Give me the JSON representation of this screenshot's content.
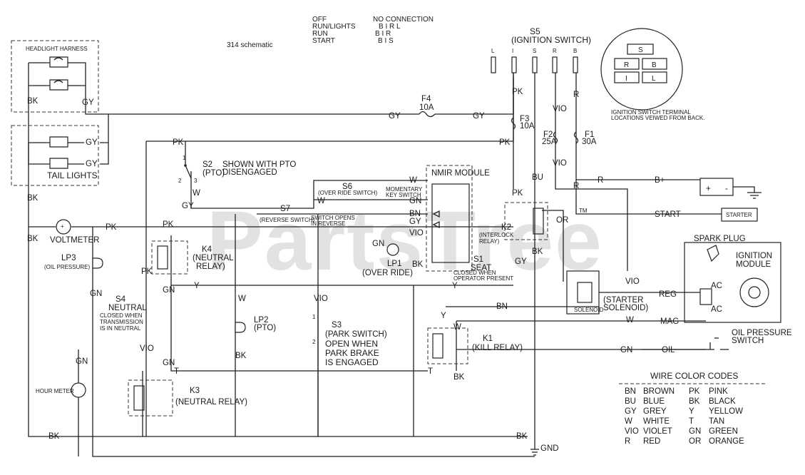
{
  "title": "314 schematic",
  "watermark": "PartsTree",
  "trademark": "TM",
  "switch_positions": {
    "rows": [
      {
        "position": "OFF",
        "connection": "NO CONNECTION"
      },
      {
        "position": "RUN/LIGHTS",
        "connection": "B I R L"
      },
      {
        "position": "RUN",
        "connection": "B I R"
      },
      {
        "position": "START",
        "connection": "B I S"
      }
    ]
  },
  "ignition_switch": {
    "id": "S5",
    "name": "(IGNITION SWITCH)",
    "terminals": [
      "L",
      "I",
      "S",
      "R",
      "B"
    ],
    "face_terminals": [
      "S",
      "R",
      "B",
      "I",
      "L"
    ],
    "note_1": "IGNITION SWITCH TERMINAL",
    "note_2": "LOCATIONS VEIWED FROM BACK."
  },
  "fuses": [
    {
      "id": "F4",
      "rating": "10A"
    },
    {
      "id": "F3",
      "rating": "10A"
    },
    {
      "id": "F2",
      "rating": "25A"
    },
    {
      "id": "F1",
      "rating": "30A"
    }
  ],
  "headlight_harness": "HEADLIGHT HARNESS",
  "tail_lights": "TAIL LIGHTS",
  "voltmeter": "VOLTMETER",
  "lp3": {
    "id": "LP3",
    "name": "(OIL PRESSURE)"
  },
  "lp2": {
    "id": "LP2",
    "name": "(PTO)"
  },
  "lp1": {
    "id": "LP1",
    "name": "(OVER RIDE)"
  },
  "s2": {
    "id": "S2",
    "name": "(PTO)",
    "note_1": "SHOWN WITH PTO",
    "note_2": "DISENGAGED"
  },
  "s6": {
    "id": "S6",
    "name": "(OVER RIDE SWITCH)",
    "note_1": "MOMENTARY",
    "note_2": "KEY SWITCH"
  },
  "s7": {
    "id": "S7",
    "name": "(REVERSE SWITCH)",
    "note_1": "SWITCH OPENS",
    "note_2": "IN REVERSE"
  },
  "nmir": "NMIR MODULE",
  "k4": {
    "id": "K4",
    "name": "(NEUTRAL",
    "name2": "RELAY)"
  },
  "k2": {
    "id": "K2",
    "name": "(INTERLOCK",
    "name2": "RELAY)"
  },
  "k3": {
    "id": "K3",
    "name": "(NEUTRAL RELAY)"
  },
  "k1": {
    "id": "K1",
    "name": "(KILL RELAY)"
  },
  "s4": {
    "id": "S4",
    "name": "NEUTRAL",
    "note_1": "CLOSED WHEN",
    "note_2": "TRANSMISSION",
    "note_3": "IS IN NEUTRAL"
  },
  "s3": {
    "id": "S3",
    "name": "(PARK SWITCH)",
    "note_1": "OPEN WHEN",
    "note_2": "PARK BRAKE",
    "note_3": "IS ENGAGED"
  },
  "s1": {
    "id": "S1",
    "name": "SEAT",
    "note_1": "CLOSED WHEN",
    "note_2": "OPERATOR PRESENT"
  },
  "starter": "STARTER",
  "start_label": "START",
  "spark_plug": "SPARK PLUG",
  "ignition_module": {
    "line1": "IGNITION",
    "line2": "MODULE"
  },
  "starter_solenoid": {
    "name": "(STARTER",
    "name2": "SOLENOID)",
    "inner": "SOLENOID"
  },
  "oil_pressure_switch": {
    "line1": "OIL PRESSURE",
    "line2": "SWITCH"
  },
  "hour_meter": "HOUR METER",
  "gnd": "GND",
  "wire_labels": {
    "bk": "BK",
    "gy": "GY",
    "pk": "PK",
    "gn": "GN",
    "w": "W",
    "vio": "VIO",
    "r": "R",
    "bu": "BU",
    "or": "OR",
    "y": "Y",
    "t": "T",
    "bn": "BN",
    "b_plus": "B+",
    "reg": "REG",
    "ac": "AC",
    "mag": "MAG",
    "oil": "OIL"
  },
  "wire_color_codes": {
    "title": "WIRE COLOR CODES",
    "left": [
      {
        "code": "BN",
        "name": "BROWN"
      },
      {
        "code": "BU",
        "name": "BLUE"
      },
      {
        "code": "GY",
        "name": "GREY"
      },
      {
        "code": "W",
        "name": "WHITE"
      },
      {
        "code": "VIO",
        "name": "VIOLET"
      },
      {
        "code": "R",
        "name": "RED"
      }
    ],
    "right": [
      {
        "code": "PK",
        "name": "PINK"
      },
      {
        "code": "BK",
        "name": "BLACK"
      },
      {
        "code": "Y",
        "name": "YELLOW"
      },
      {
        "code": "T",
        "name": "TAN"
      },
      {
        "code": "GN",
        "name": "GREEN"
      },
      {
        "code": "OR",
        "name": "ORANGE"
      }
    ]
  },
  "icons": [
    "lamp-icon",
    "fuse-icon",
    "battery-icon",
    "starter-motor-icon",
    "spark-plug-icon",
    "ground-icon",
    "relay-coil-icon",
    "switch-icon",
    "diode-icon"
  ]
}
